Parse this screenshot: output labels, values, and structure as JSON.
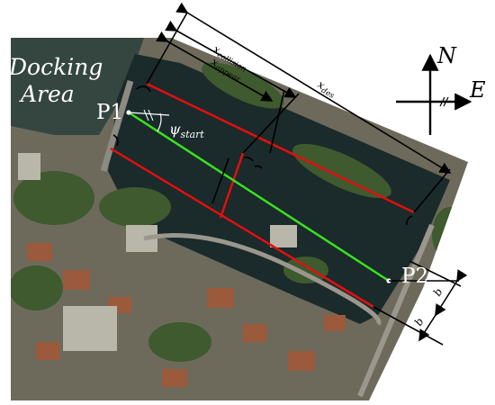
{
  "labels": {
    "docking_line1": "Docking",
    "docking_line2": "Area",
    "p1": "P1",
    "p2": "P2",
    "psi_base": "ψ",
    "psi_sub": "start",
    "x_base": "x",
    "x_collision_sub": "collision",
    "x_appear_sub": "appear",
    "x_des_sub": "des",
    "b": "b",
    "compass_n": "N",
    "compass_e": "E"
  },
  "colors": {
    "boundary": "#e01010",
    "path": "#39e21e",
    "dimension": "#000000",
    "text_on_map": "#ffffff",
    "water": "#1b2a2a",
    "land": "#6d6a5c",
    "vegetation": "#3e5a2e",
    "roofs": "#9b5a3c"
  }
}
